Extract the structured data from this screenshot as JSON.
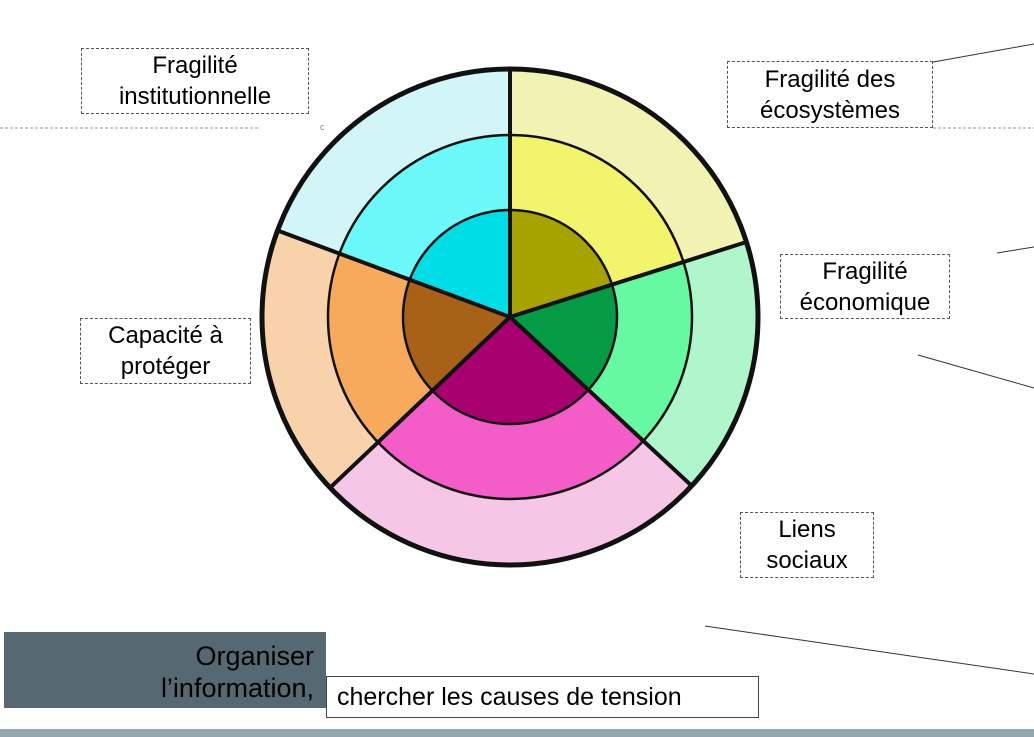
{
  "labels": {
    "institutional": [
      "Fragilité",
      "institutionnelle"
    ],
    "ecosystems": [
      "Fragilité des",
      "écosystèmes"
    ],
    "economic": [
      "Fragilité",
      "économique"
    ],
    "protect": [
      "Capacité à",
      "protéger"
    ],
    "social": [
      "Liens",
      "sociaux"
    ]
  },
  "footer": {
    "dark_line1": "Organiser",
    "dark_line2": "l’information,",
    "white_text": "chercher les causes de tension"
  },
  "tiny_mark": "c",
  "wheel": {
    "segments": [
      {
        "name": "ecosystems",
        "colors": [
          "#a6a300",
          "#f2f56b",
          "#f2f3b3"
        ]
      },
      {
        "name": "economic",
        "colors": [
          "#059b45",
          "#66f9a2",
          "#b0f6cd"
        ]
      },
      {
        "name": "social",
        "colors": [
          "#a90070",
          "#f45cc7",
          "#f6c6e6"
        ]
      },
      {
        "name": "protect",
        "colors": [
          "#a86218",
          "#f7aa5c",
          "#f7d2aa"
        ]
      },
      {
        "name": "institutional",
        "colors": [
          "#00dde6",
          "#6cf9fa",
          "#d2f5f8"
        ]
      }
    ]
  }
}
